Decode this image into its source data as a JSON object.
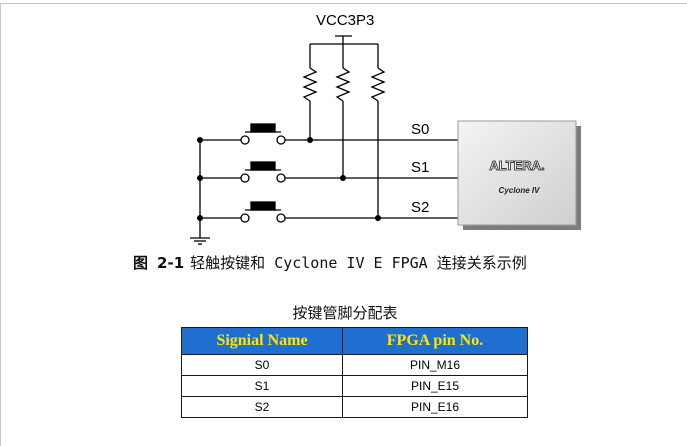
{
  "schematic": {
    "power_label": "VCC3P3",
    "signals": [
      "S0",
      "S1",
      "S2"
    ],
    "chip": {
      "logo": "ALTERA.",
      "family": "Cyclone IV"
    }
  },
  "caption": {
    "figure_word": "图",
    "figure_number": "2-1",
    "text": "轻触按键和 Cyclone IV E FPGA 连接关系示例"
  },
  "table": {
    "title": "按键管脚分配表",
    "headers": [
      "Signial Name",
      "FPGA pin No."
    ],
    "rows": [
      [
        "S0",
        "PIN_M16"
      ],
      [
        "S1",
        "PIN_E15"
      ],
      [
        "S2",
        "PIN_E16"
      ]
    ]
  },
  "colors": {
    "header_bg": "#1f6fd0",
    "header_text": "#ffe600"
  }
}
